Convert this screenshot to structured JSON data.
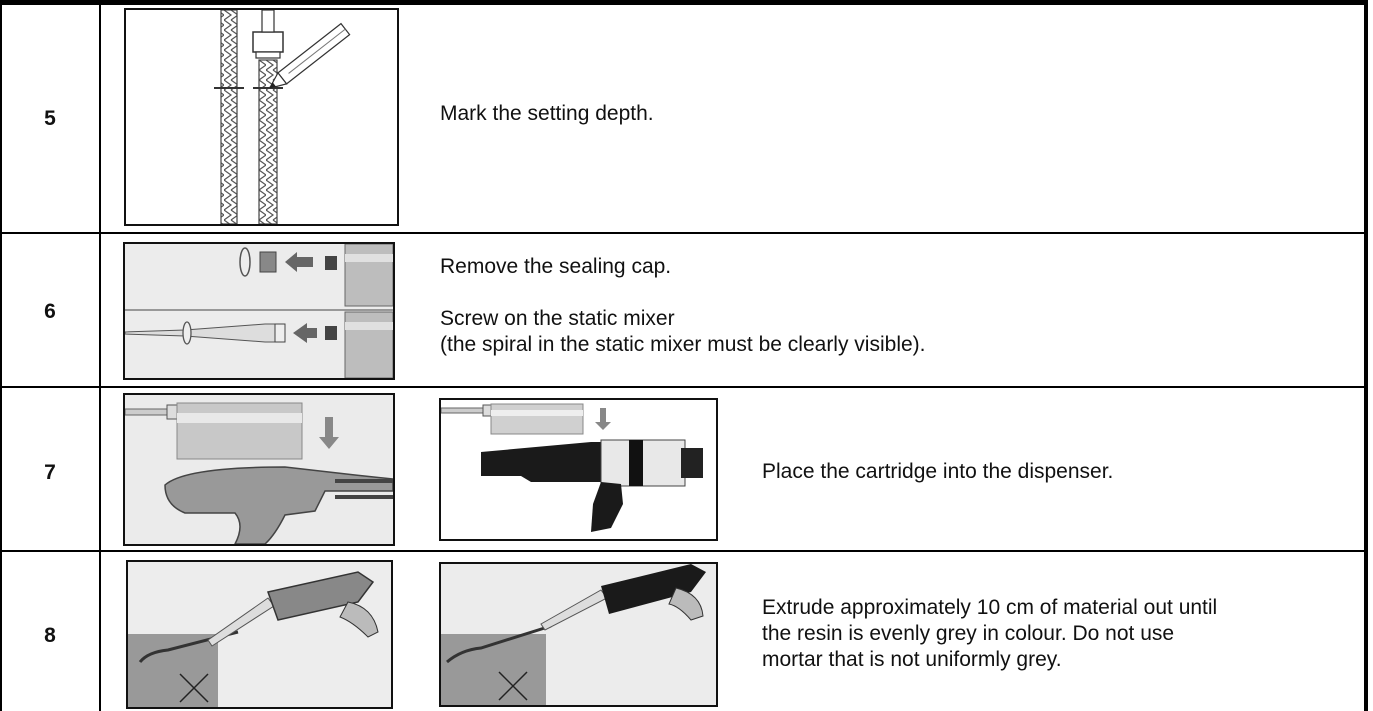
{
  "steps": [
    {
      "number": "5",
      "text": [
        "Mark the setting depth."
      ]
    },
    {
      "number": "6",
      "text": [
        "Remove the sealing cap.",
        "Screw on the static mixer",
        "(the spiral in the static mixer must be clearly visible)."
      ]
    },
    {
      "number": "7",
      "text": [
        "Place the cartridge into the dispenser."
      ]
    },
    {
      "number": "8",
      "text": [
        "Extrude approximately 10 cm of material out until",
        "the resin is evenly grey in colour. Do not use",
        "mortar that is not uniformly grey."
      ]
    }
  ]
}
